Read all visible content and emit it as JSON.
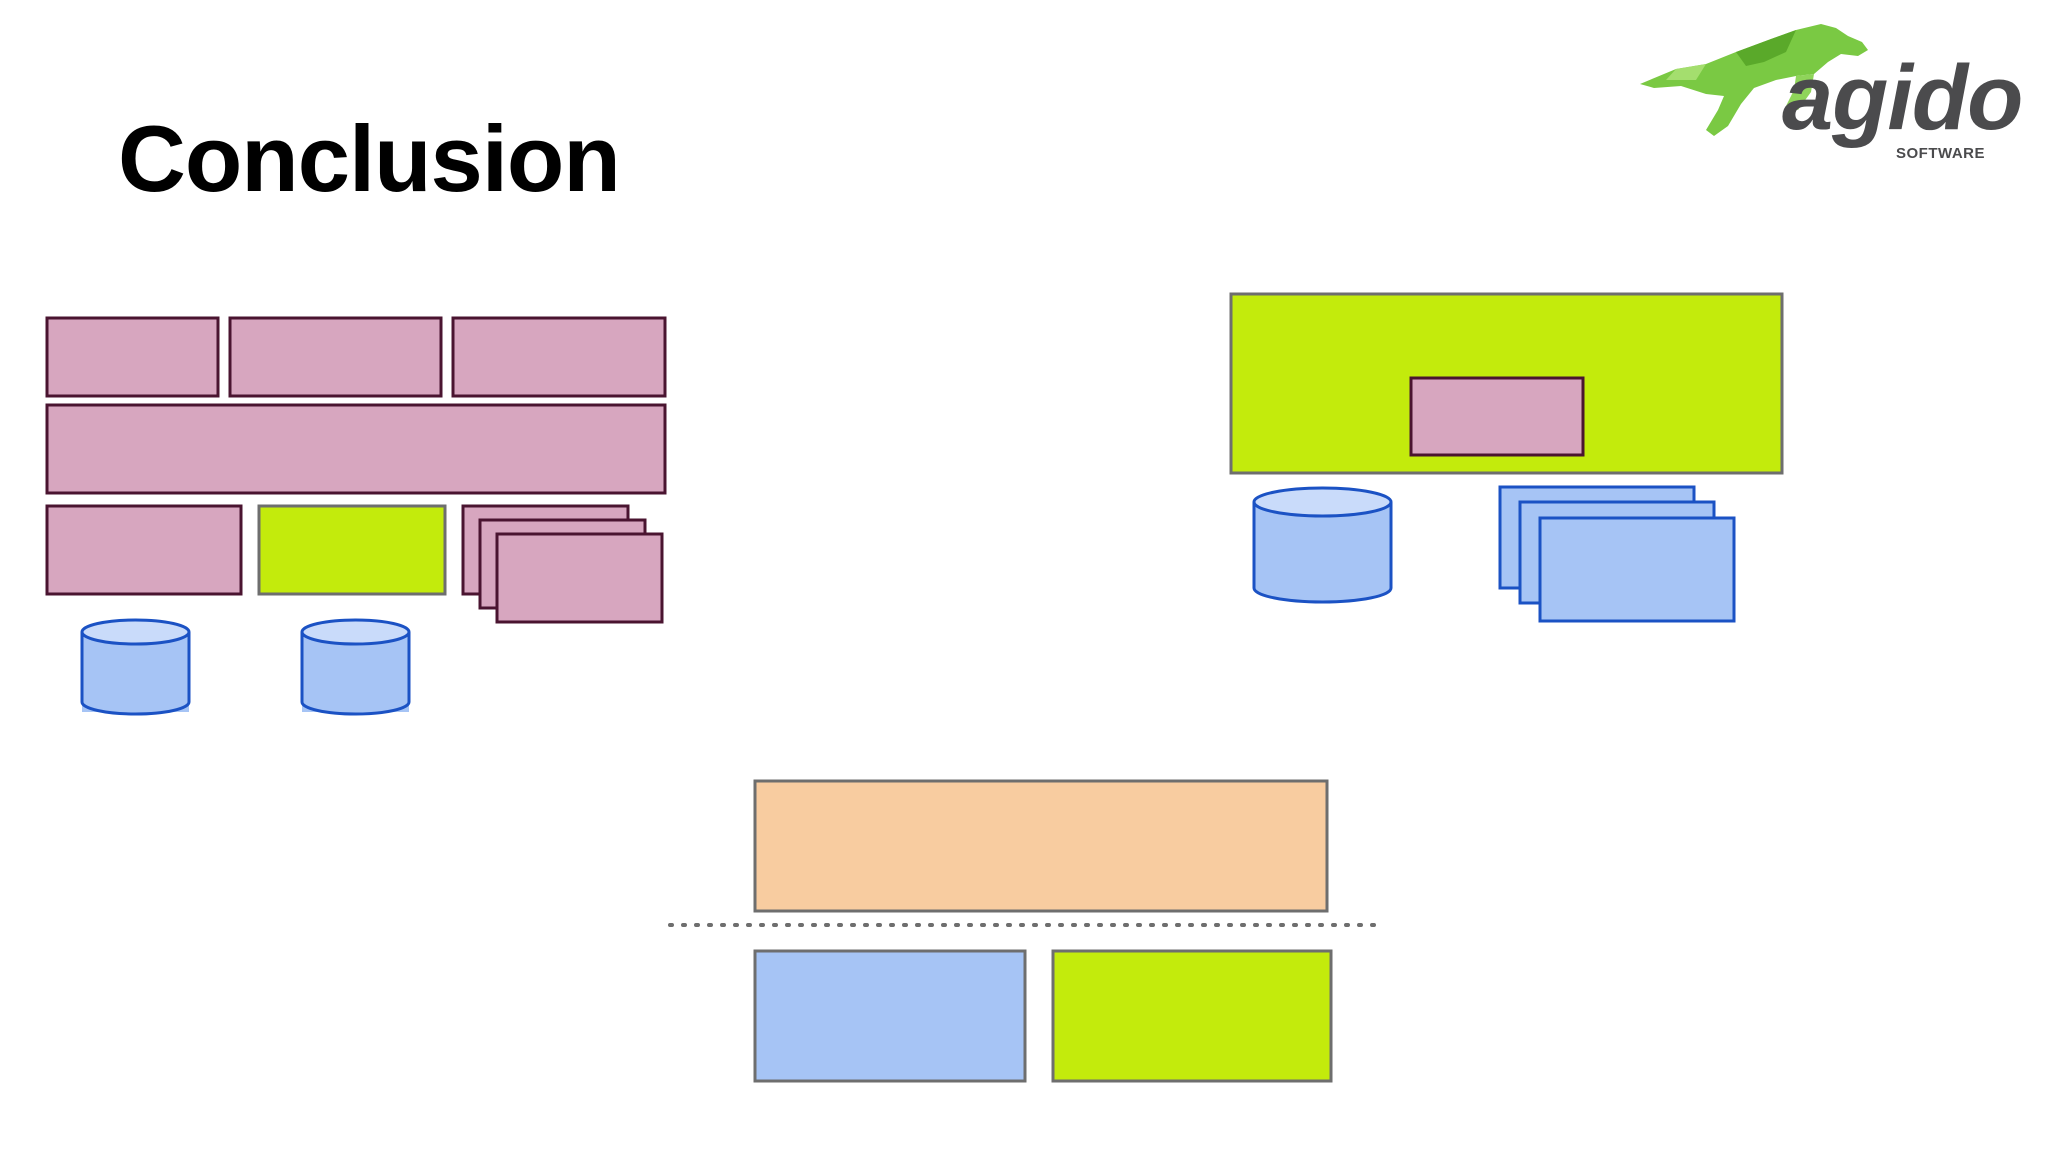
{
  "slide": {
    "title": "Conclusion"
  },
  "logo": {
    "name": "agido",
    "tagline": "SOFTWARE",
    "icon": "leaping-panther-icon"
  },
  "colors": {
    "module_pink": "#d7a6bf",
    "module_border": "#4a1430",
    "accent_green": "#c3eb0c",
    "storage_blue": "#a6c4f5",
    "storage_border": "#1b52c4",
    "layer_peach": "#f8cca0",
    "neutral_border": "#6e6e6e",
    "logo_green": "#7ac943",
    "logo_grey": "#4b4b4d"
  }
}
